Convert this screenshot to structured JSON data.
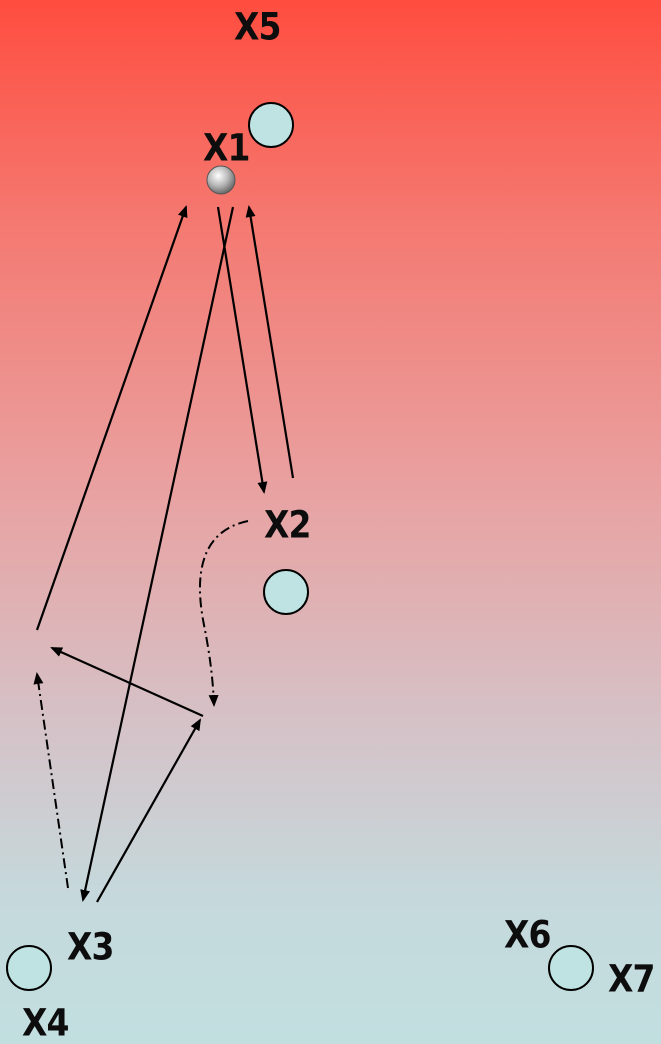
{
  "diagram": {
    "labels": {
      "x1": "X1",
      "x2": "X2",
      "x3": "X3",
      "x4": "X4",
      "x5": "X5",
      "x6": "X6",
      "x7": "X7"
    },
    "colors": {
      "background_top": "#ff4d3f",
      "background_bottom": "#c2dfe0",
      "marker_fill": "#bfe3e3",
      "marker_stroke": "#000000",
      "line": "#000000",
      "ball": "#b3b3b3"
    },
    "icons": {
      "ball": "ball-icon",
      "marker": "player-marker"
    }
  }
}
